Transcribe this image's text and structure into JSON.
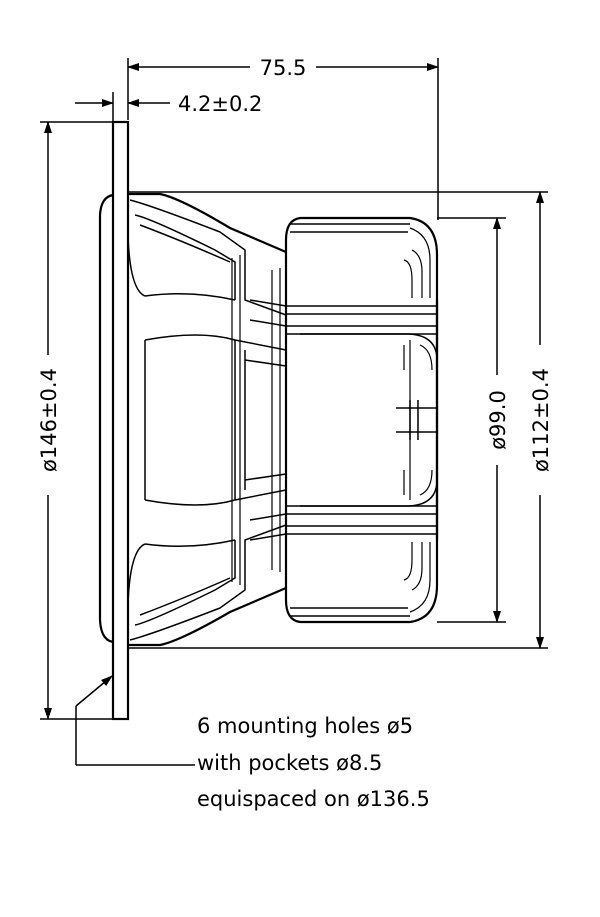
{
  "dimensions": {
    "overall_depth": "75.5",
    "flange_thickness": "4.2±0.2",
    "frame_diameter": "ø146±0.4",
    "magnet_diameter": "ø99.0",
    "cutout_diameter": "ø112±0.4"
  },
  "note": {
    "line1": "6 mounting holes ø5",
    "line2": "with pockets ø8.5",
    "line3": "equispaced on ø136.5"
  }
}
